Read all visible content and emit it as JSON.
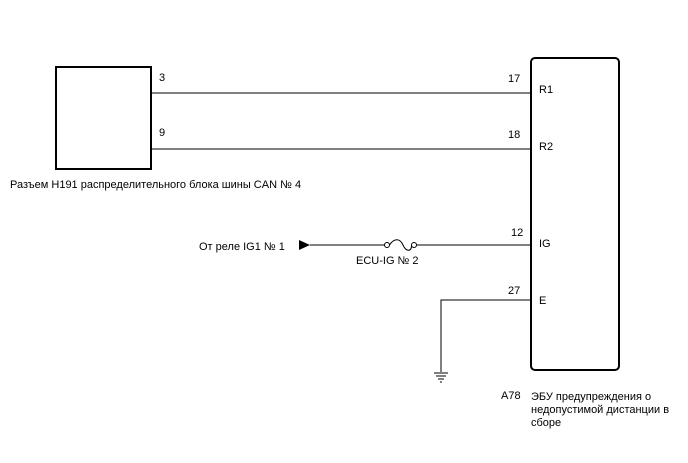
{
  "connector": {
    "label": "Разъем H191 распределительного блока шины CAN № 4",
    "pin_a": "3",
    "pin_b": "9"
  },
  "ecu": {
    "code": "A78",
    "name_lines": [
      "ЭБУ предупреждения о",
      "недопустимой дистанции в",
      "сборе"
    ],
    "terminals": [
      {
        "pin": "17",
        "name": "R1"
      },
      {
        "pin": "18",
        "name": "R2"
      },
      {
        "pin": "12",
        "name": "IG"
      },
      {
        "pin": "27",
        "name": "E"
      }
    ]
  },
  "power": {
    "source_label": "От реле IG1 № 1",
    "fuse_label": "ECU-IG № 2"
  }
}
